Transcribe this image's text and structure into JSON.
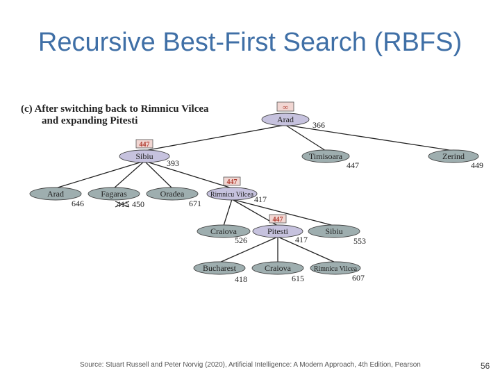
{
  "slide": {
    "title": "Recursive Best-First Search (RBFS)",
    "source": "Source: Stuart Russell and Peter Norvig (2020), Artificial Intelligence: A Modern Approach, 4th Edition, Pearson",
    "page_number": "56"
  },
  "diagram": {
    "caption_line1": "(c) After switching back to Rimnicu Vilcea",
    "caption_line2": "and expanding Pitesti",
    "colors": {
      "node_fill_gray": "#9eaeaf",
      "node_fill_purple": "#c6c2de",
      "limit_box": "#f1d6d2",
      "limit_text": "#b03a2e",
      "edge": "#222222"
    },
    "nodes": {
      "arad_root": {
        "label": "Arad",
        "f": "366",
        "limit": "∞"
      },
      "sibiu": {
        "label": "Sibiu",
        "f": "393",
        "limit": "447"
      },
      "timisoara": {
        "label": "Timisoara",
        "f": "447"
      },
      "zerind": {
        "label": "Zerind",
        "f": "449"
      },
      "arad_2": {
        "label": "Arad",
        "f": "646"
      },
      "fagaras": {
        "label": "Fagaras",
        "f_old": "415",
        "f": "450"
      },
      "oradea": {
        "label": "Oradea",
        "f": "671"
      },
      "rimnicu": {
        "label": "Rimnicu Vilcea",
        "f": "417",
        "limit": "447"
      },
      "craiova_1": {
        "label": "Craiova",
        "f": "526"
      },
      "pitesti": {
        "label": "Pitesti",
        "f": "417",
        "limit": "447"
      },
      "sibiu_2": {
        "label": "Sibiu",
        "f": "553"
      },
      "bucharest": {
        "label": "Bucharest",
        "f": "418"
      },
      "craiova_2": {
        "label": "Craiova",
        "f": "615"
      },
      "rimnicu_2": {
        "label": "Rimnicu Vilcea",
        "f": "607"
      }
    }
  }
}
